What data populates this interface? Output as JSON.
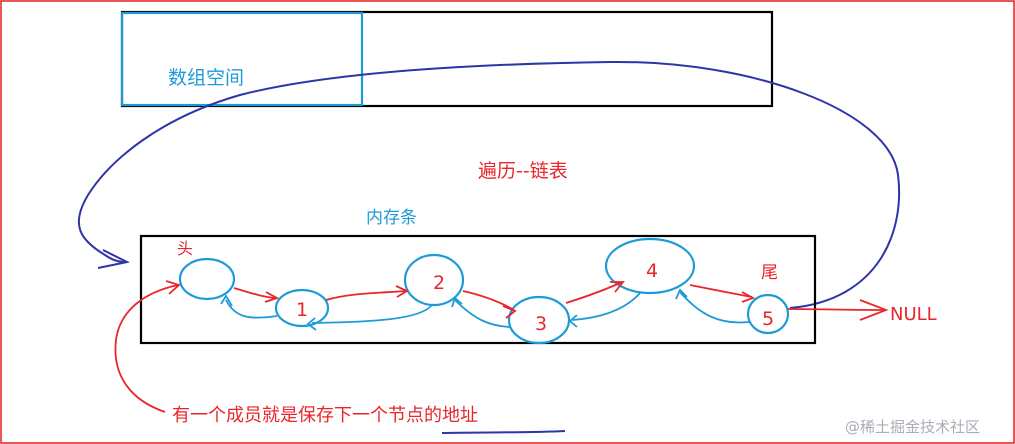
{
  "array_label": "数组空间",
  "title": "遍历--链表",
  "memory_label": "内存条",
  "head_label": "头",
  "tail_label": "尾",
  "nodes": [
    "1",
    "2",
    "3",
    "4",
    "5"
  ],
  "null_label": "NULL",
  "note": "有一个成员就是保存下一个节点的地址",
  "watermark": "@稀土掘金技术社区",
  "colors": {
    "blue": "#1e9bd7",
    "red": "#e8262b",
    "navy": "#2e35a8",
    "black": "#000000",
    "border": "#e02020"
  }
}
